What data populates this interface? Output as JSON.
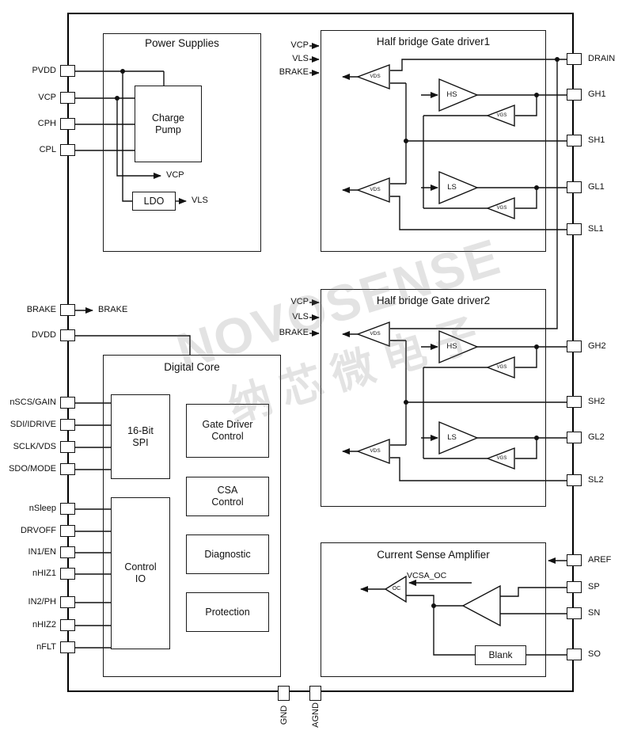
{
  "watermark": {
    "brand": "NOVOSENSE",
    "brand_cn": "纳芯微电子"
  },
  "pins": {
    "left": [
      "PVDD",
      "VCP",
      "CPH",
      "CPL",
      "BRAKE",
      "DVDD",
      "nSCS/GAIN",
      "SDI/IDRIVE",
      "SCLK/VDS",
      "SDO/MODE",
      "nSleep",
      "DRVOFF",
      "IN1/EN",
      "nHIZ1",
      "IN2/PH",
      "nHIZ2",
      "nFLT"
    ],
    "right": [
      "DRAIN",
      "GH1",
      "SH1",
      "GL1",
      "SL1",
      "GH2",
      "SH2",
      "GL2",
      "SL2",
      "AREF",
      "SP",
      "SN",
      "SO"
    ],
    "bottom": [
      "GND",
      "AGND"
    ]
  },
  "power": {
    "title": "Power Supplies",
    "charge_pump": "Charge Pump",
    "ldo": "LDO",
    "vcp": "VCP",
    "vls": "VLS"
  },
  "signals": {
    "brake": "BRAKE"
  },
  "core": {
    "title": "Digital Core",
    "spi": "16-Bit SPI",
    "control_io": "Control IO",
    "gate_driver_control": "Gate Driver Control",
    "csa_control": "CSA Control",
    "diagnostic": "Diagnostic",
    "protection": "Protection"
  },
  "driver1": {
    "title": "Half bridge Gate driver1",
    "in_vcp": "VCP",
    "in_vls": "VLS",
    "in_brake": "BRAKE",
    "hs": "HS",
    "ls": "LS",
    "vds": "VDS",
    "vgs": "VGS"
  },
  "driver2": {
    "title": "Half bridge Gate driver2",
    "in_vcp": "VCP",
    "in_vls": "VLS",
    "in_brake": "BRAKE",
    "hs": "HS",
    "ls": "LS",
    "vds": "VDS",
    "vgs": "VGS"
  },
  "csa": {
    "title": "Current Sense Amplifier",
    "vcsa_oc": "VCSA_OC",
    "oc": "OC",
    "blank": "Blank"
  }
}
